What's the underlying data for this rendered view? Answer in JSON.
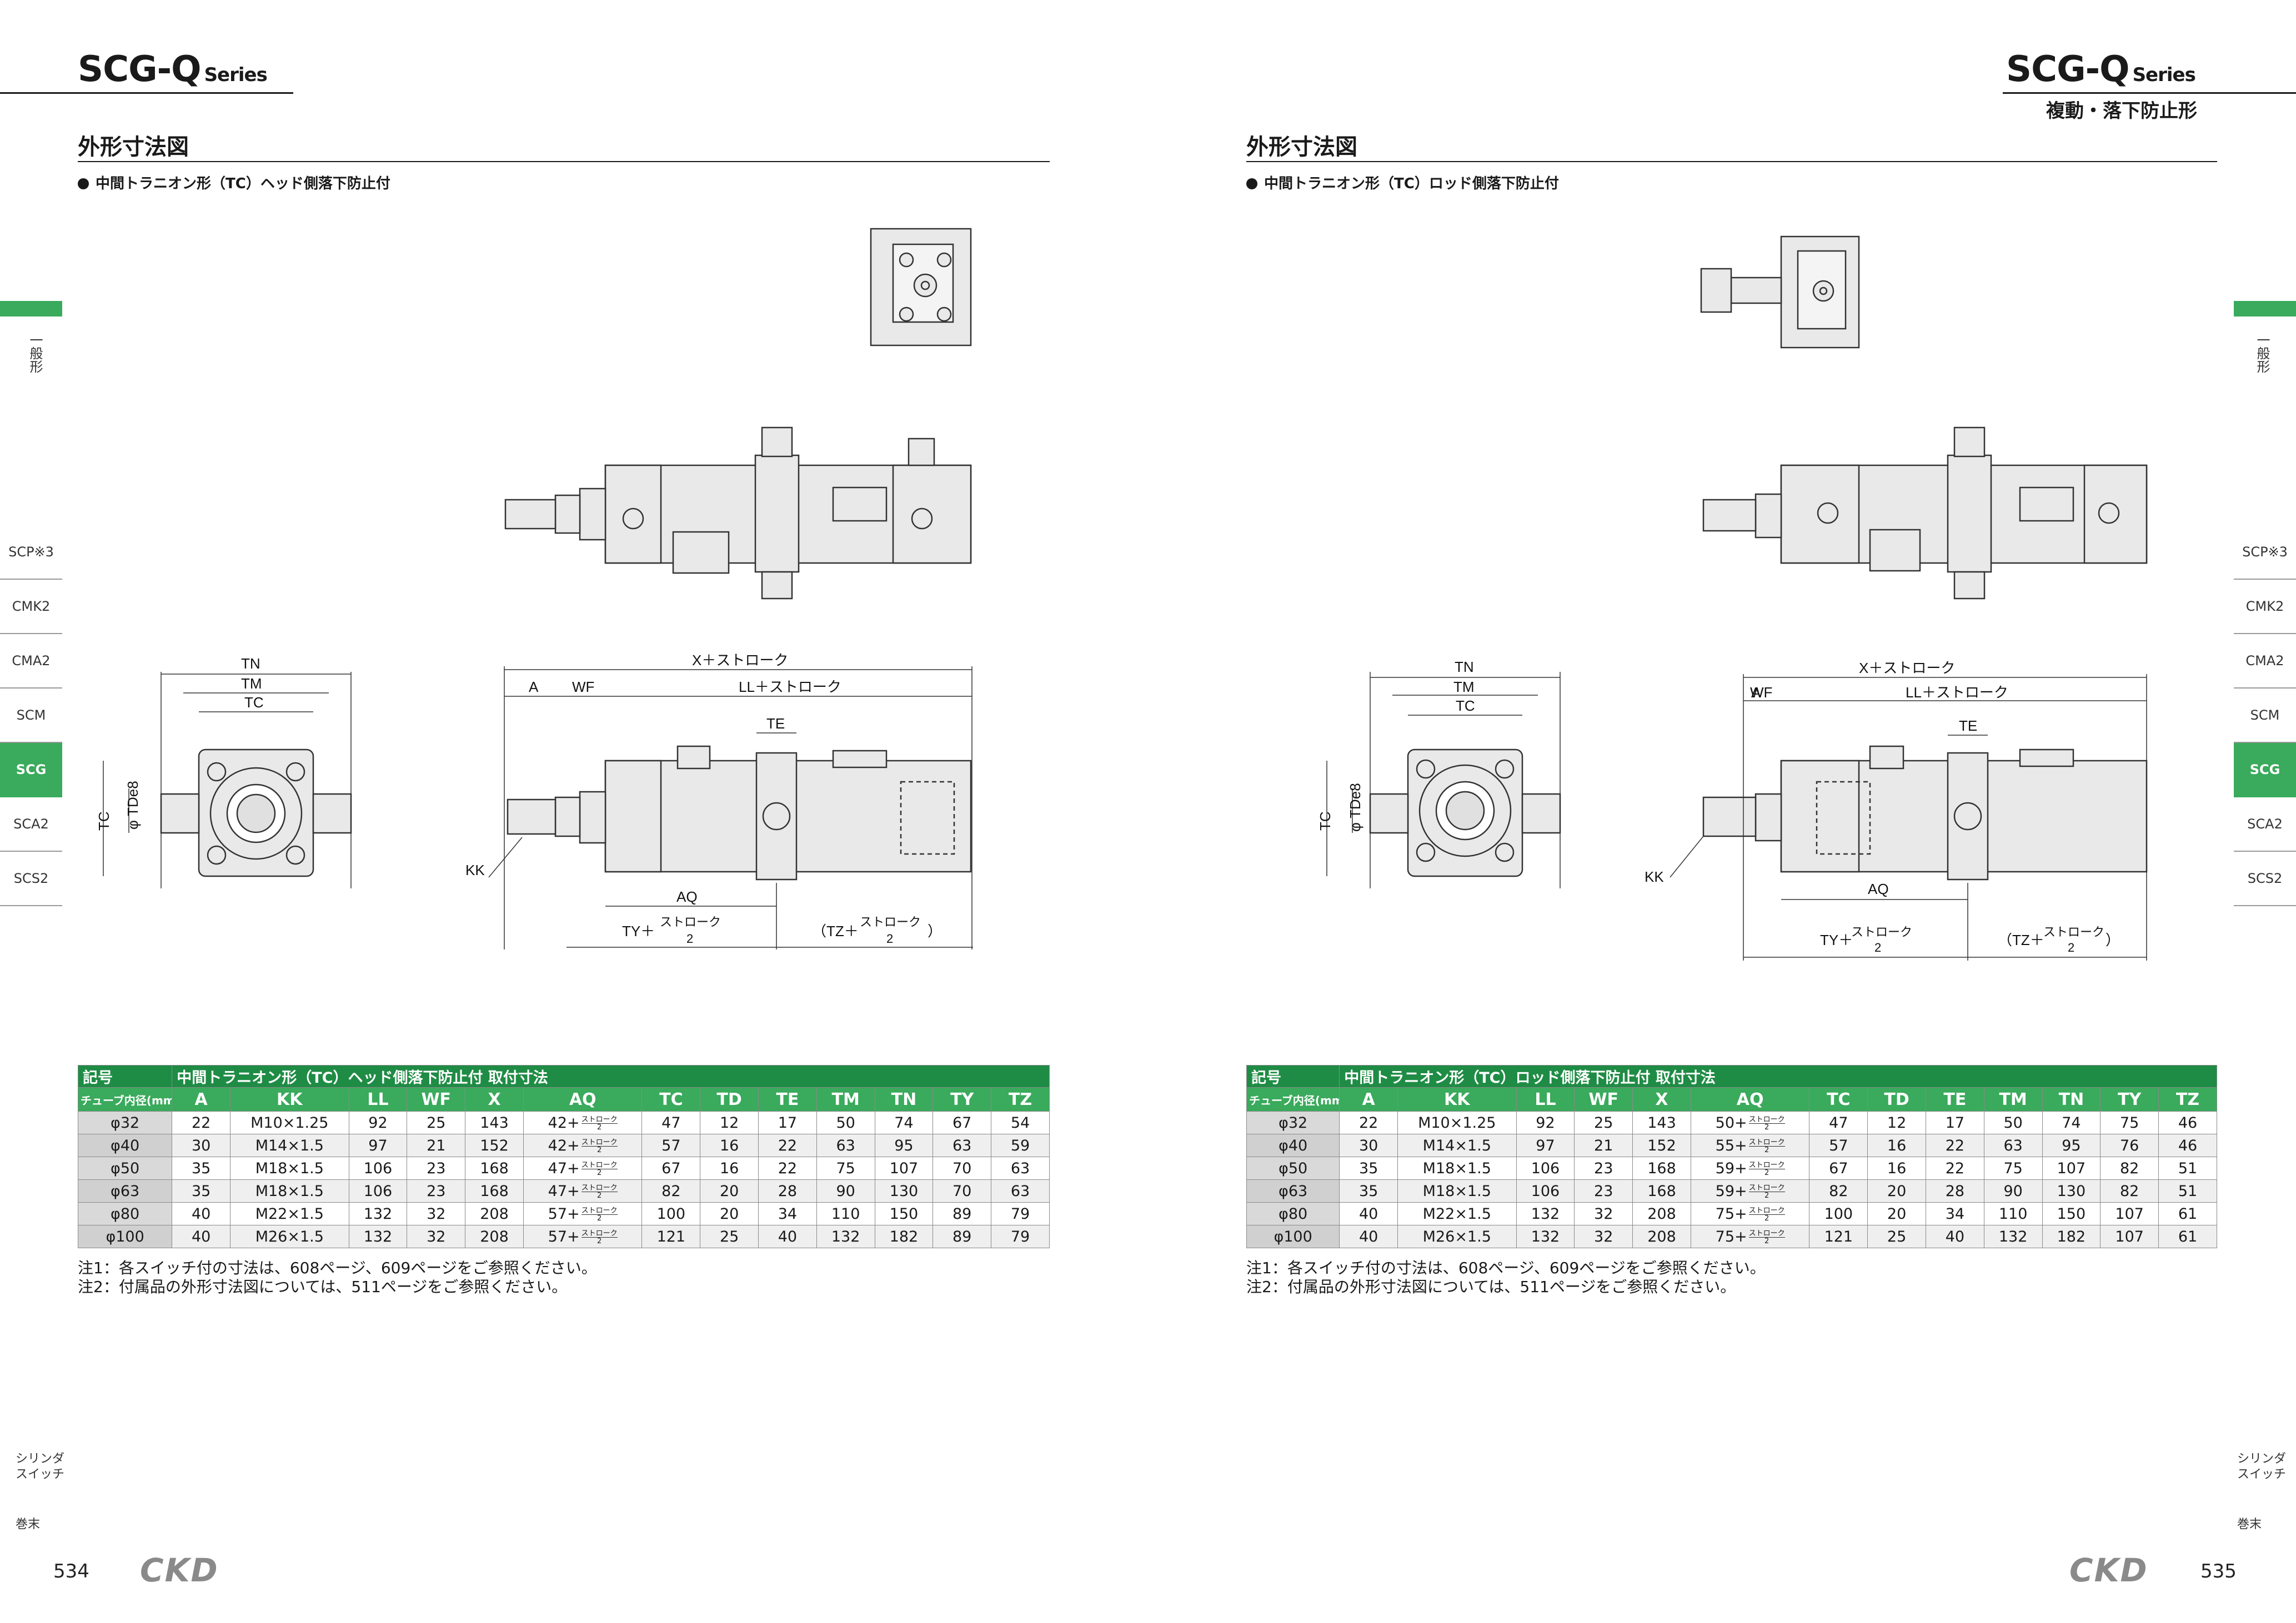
{
  "left": {
    "series": "SCG-Q",
    "series_sub": "Series",
    "section": "外形寸法図",
    "caption": "中間トラニオン形（TC）ヘッド側落下防止付",
    "page_number": "534",
    "logo": "CKD",
    "table": {
      "head_left": "記号",
      "head_title": "中間トラニオン形（TC）ヘッド側落下防止付 取付寸法",
      "diag_label": "チューブ内径(mm)",
      "columns": [
        "A",
        "KK",
        "LL",
        "WF",
        "X",
        "AQ",
        "TC",
        "TD",
        "TE",
        "TM",
        "TN",
        "TY",
        "TZ"
      ],
      "rows": [
        {
          "bore": "φ32",
          "A": "22",
          "KK": "M10×1.25",
          "LL": "92",
          "WF": "25",
          "X": "143",
          "AQ": "42+",
          "TC": "47",
          "TD": "12",
          "TE": "17",
          "TM": "50",
          "TN": "74",
          "TY": "67",
          "TZ": "54"
        },
        {
          "bore": "φ40",
          "A": "30",
          "KK": "M14×1.5",
          "LL": "97",
          "WF": "21",
          "X": "152",
          "AQ": "42+",
          "TC": "57",
          "TD": "16",
          "TE": "22",
          "TM": "63",
          "TN": "95",
          "TY": "63",
          "TZ": "59"
        },
        {
          "bore": "φ50",
          "A": "35",
          "KK": "M18×1.5",
          "LL": "106",
          "WF": "23",
          "X": "168",
          "AQ": "47+",
          "TC": "67",
          "TD": "16",
          "TE": "22",
          "TM": "75",
          "TN": "107",
          "TY": "70",
          "TZ": "63"
        },
        {
          "bore": "φ63",
          "A": "35",
          "KK": "M18×1.5",
          "LL": "106",
          "WF": "23",
          "X": "168",
          "AQ": "47+",
          "TC": "82",
          "TD": "20",
          "TE": "28",
          "TM": "90",
          "TN": "130",
          "TY": "70",
          "TZ": "63"
        },
        {
          "bore": "φ80",
          "A": "40",
          "KK": "M22×1.5",
          "LL": "132",
          "WF": "32",
          "X": "208",
          "AQ": "57+",
          "TC": "100",
          "TD": "20",
          "TE": "34",
          "TM": "110",
          "TN": "150",
          "TY": "89",
          "TZ": "79"
        },
        {
          "bore": "φ100",
          "A": "40",
          "KK": "M26×1.5",
          "LL": "132",
          "WF": "32",
          "X": "208",
          "AQ": "57+",
          "TC": "121",
          "TD": "25",
          "TE": "40",
          "TM": "132",
          "TN": "182",
          "TY": "89",
          "TZ": "79"
        }
      ]
    },
    "notes": [
      "注1：各スイッチ付の寸法は、608ページ、609ページをご参照ください。",
      "注2：付属品の外形寸法図については、511ページをご参照ください。"
    ]
  },
  "right": {
    "series": "SCG-Q",
    "series_sub": "Series",
    "subtitle": "複動・落下防止形",
    "section": "外形寸法図",
    "caption": "中間トラニオン形（TC）ロッド側落下防止付",
    "page_number": "535",
    "logo": "CKD",
    "table": {
      "head_left": "記号",
      "head_title": "中間トラニオン形（TC）ロッド側落下防止付 取付寸法",
      "diag_label": "チューブ内径(mm)",
      "columns": [
        "A",
        "KK",
        "LL",
        "WF",
        "X",
        "AQ",
        "TC",
        "TD",
        "TE",
        "TM",
        "TN",
        "TY",
        "TZ"
      ],
      "rows": [
        {
          "bore": "φ32",
          "A": "22",
          "KK": "M10×1.25",
          "LL": "92",
          "WF": "25",
          "X": "143",
          "AQ": "50+",
          "TC": "47",
          "TD": "12",
          "TE": "17",
          "TM": "50",
          "TN": "74",
          "TY": "75",
          "TZ": "46"
        },
        {
          "bore": "φ40",
          "A": "30",
          "KK": "M14×1.5",
          "LL": "97",
          "WF": "21",
          "X": "152",
          "AQ": "55+",
          "TC": "57",
          "TD": "16",
          "TE": "22",
          "TM": "63",
          "TN": "95",
          "TY": "76",
          "TZ": "46"
        },
        {
          "bore": "φ50",
          "A": "35",
          "KK": "M18×1.5",
          "LL": "106",
          "WF": "23",
          "X": "168",
          "AQ": "59+",
          "TC": "67",
          "TD": "16",
          "TE": "22",
          "TM": "75",
          "TN": "107",
          "TY": "82",
          "TZ": "51"
        },
        {
          "bore": "φ63",
          "A": "35",
          "KK": "M18×1.5",
          "LL": "106",
          "WF": "23",
          "X": "168",
          "AQ": "59+",
          "TC": "82",
          "TD": "20",
          "TE": "28",
          "TM": "90",
          "TN": "130",
          "TY": "82",
          "TZ": "51"
        },
        {
          "bore": "φ80",
          "A": "40",
          "KK": "M22×1.5",
          "LL": "132",
          "WF": "32",
          "X": "208",
          "AQ": "75+",
          "TC": "100",
          "TD": "20",
          "TE": "34",
          "TM": "110",
          "TN": "150",
          "TY": "107",
          "TZ": "61"
        },
        {
          "bore": "φ100",
          "A": "40",
          "KK": "M26×1.5",
          "LL": "132",
          "WF": "32",
          "X": "208",
          "AQ": "75+",
          "TC": "121",
          "TD": "25",
          "TE": "40",
          "TM": "132",
          "TN": "182",
          "TY": "107",
          "TZ": "61"
        }
      ]
    },
    "notes": [
      "注1：各スイッチ付の寸法は、608ページ、609ページをご参照ください。",
      "注2：付属品の外形寸法図については、511ページをご参照ください。"
    ]
  },
  "aq_fraction": {
    "num": "ストローク",
    "den": "2"
  },
  "drawing_labels": {
    "tn": "TN",
    "tm": "TM",
    "tc": "TC",
    "td": "φ TDe8",
    "kk": "KK",
    "x": "X＋ストローク",
    "a": "A",
    "wf": "WF",
    "ll": "LL＋ストローク",
    "te": "TE",
    "aq": "AQ",
    "ty": "TY＋",
    "tz": "（TZ＋",
    "tz_close": "）",
    "stroke": "ストローク",
    "two": "2"
  },
  "sidebar": {
    "top_label": "一般形",
    "tabs": [
      "SCP※3",
      "CMK2",
      "CMA2",
      "SCM",
      "SCG",
      "SCA2",
      "SCS2"
    ],
    "active": "SCG",
    "bottom1": "シリンダ スイッチ",
    "bottom2": "巻末"
  },
  "colors": {
    "accent": "#3aaa5c",
    "accent_dark": "#1f8c45"
  }
}
